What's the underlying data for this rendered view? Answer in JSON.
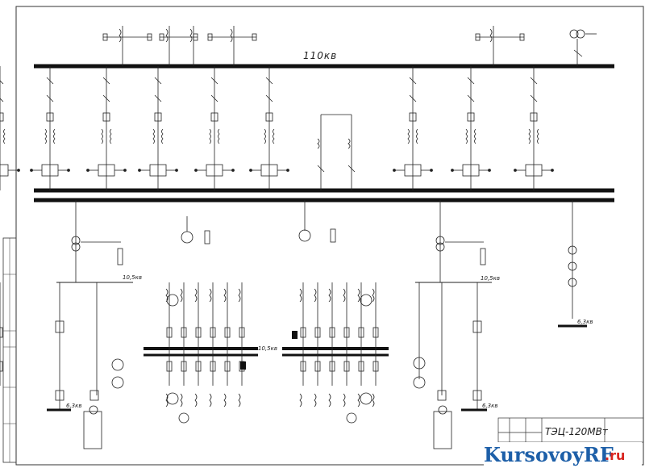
{
  "diagram": {
    "bus_main_label": "110кв",
    "bus_generator_left_label": "10,5кв",
    "bus_generator_right_label": "10,5кв",
    "bus_center_label": "10,5кв",
    "bus_aux_bottom_left_label": "6,3кв",
    "bus_aux_bottom_right_label": "6,3кв",
    "bus_aux_far_right_label": "6,3кв"
  },
  "title_block": {
    "title": "ТЭЦ-120МВт"
  },
  "watermark": {
    "main": "KursovoyRF",
    "tld": ".ru"
  },
  "colors": {
    "line": "#222222",
    "brand_blue": "#1d5fa8",
    "brand_red": "#d8241f"
  }
}
